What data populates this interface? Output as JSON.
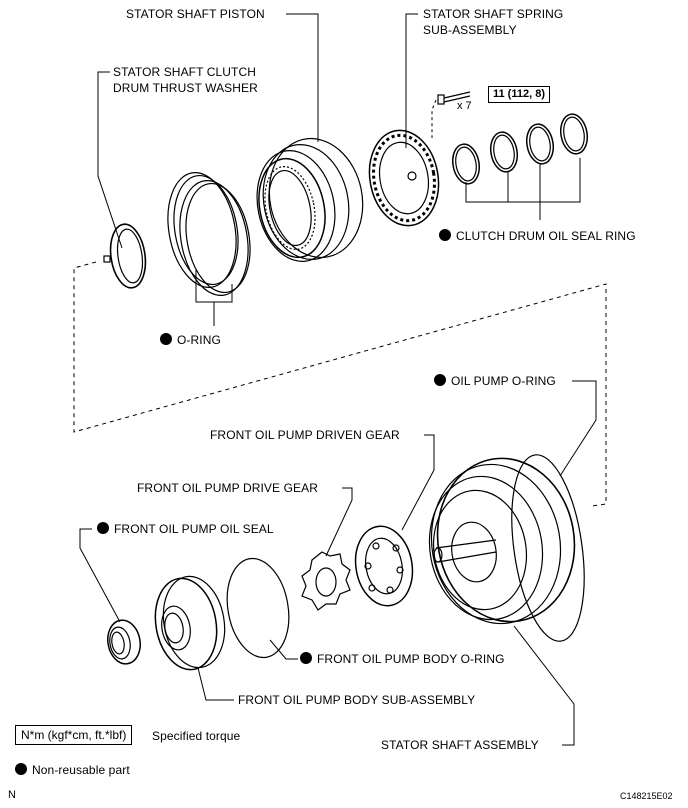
{
  "labels": {
    "stator_shaft_piston": "STATOR SHAFT PISTON",
    "stator_shaft_spring_1": "STATOR SHAFT SPRING",
    "stator_shaft_spring_2": "SUB-ASSEMBLY",
    "thrust_washer_1": "STATOR SHAFT CLUTCH",
    "thrust_washer_2": "DRUM THRUST WASHER",
    "clutch_drum_oil_seal_ring": "CLUTCH DRUM OIL SEAL RING",
    "o_ring": "O-RING",
    "oil_pump_o_ring": "OIL PUMP O-RING",
    "front_oil_pump_driven_gear": "FRONT OIL PUMP DRIVEN GEAR",
    "front_oil_pump_drive_gear": "FRONT OIL PUMP DRIVE GEAR",
    "front_oil_pump_oil_seal": "FRONT OIL PUMP OIL SEAL",
    "front_oil_pump_body_o_ring": "FRONT OIL PUMP BODY O-RING",
    "front_oil_pump_body_sub_assembly": "FRONT OIL PUMP BODY SUB-ASSEMBLY",
    "stator_shaft_assembly": "STATOR SHAFT ASSEMBLY"
  },
  "torque": {
    "value": "11 (112, 8)",
    "bolt_count": "x 7"
  },
  "legend": {
    "torque_unit": "N*m (kgf*cm, ft.*lbf)",
    "torque_text": "Specified torque",
    "non_reusable": "Non-reusable part"
  },
  "footer": {
    "corner_letter": "N",
    "figure_code": "C148215E02"
  }
}
